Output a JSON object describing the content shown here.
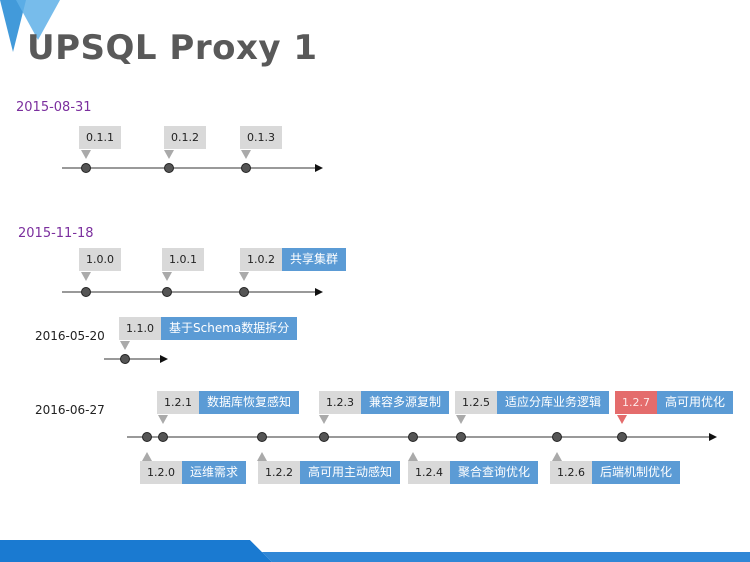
{
  "title": "UPSQL Proxy 1",
  "rows": [
    {
      "date": "2015-08-31",
      "above": [
        {
          "version": "0.1.1",
          "desc": ""
        },
        {
          "version": "0.1.2",
          "desc": ""
        },
        {
          "version": "0.1.3",
          "desc": ""
        }
      ],
      "below": []
    },
    {
      "date": "2015-11-18",
      "above": [
        {
          "version": "1.0.0",
          "desc": ""
        },
        {
          "version": "1.0.1",
          "desc": ""
        },
        {
          "version": "1.0.2",
          "desc": "共享集群"
        }
      ],
      "below": []
    },
    {
      "date": "2016-05-20",
      "above": [
        {
          "version": "1.1.0",
          "desc": "基于Schema数据拆分"
        }
      ],
      "below": []
    },
    {
      "date": "2016-06-27",
      "above": [
        {
          "version": "1.2.1",
          "desc": "数据库恢复感知"
        },
        {
          "version": "1.2.3",
          "desc": "兼容多源复制"
        },
        {
          "version": "1.2.5",
          "desc": "适应分库业务逻辑"
        },
        {
          "version": "1.2.7",
          "desc": "高可用优化",
          "highlight": "#e46c6c"
        }
      ],
      "below": [
        {
          "version": "1.2.0",
          "desc": "运维需求"
        },
        {
          "version": "1.2.2",
          "desc": "高可用主动感知"
        },
        {
          "version": "1.2.4",
          "desc": "聚合查询优化"
        },
        {
          "version": "1.2.6",
          "desc": "后端机制优化"
        }
      ]
    }
  ],
  "colors": {
    "accent_blue": "#5b9bd5",
    "tag_gray": "#d9d9d9",
    "highlight_red": "#e46c6c",
    "date_purple": "#7b2f9e",
    "footer_blue": "#1a7ad1"
  }
}
